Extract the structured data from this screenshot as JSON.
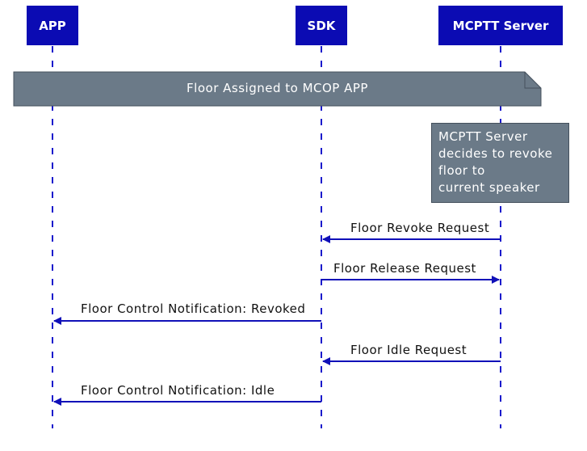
{
  "participants": {
    "app": "APP",
    "sdk": "SDK",
    "server": "MCPTT Server"
  },
  "notes": {
    "floor_assigned": "Floor Assigned to MCOP APP",
    "server_decision": [
      "MCPTT Server",
      "decides to revoke",
      "floor to",
      "current speaker"
    ]
  },
  "messages": [
    {
      "label": "Floor Revoke Request",
      "from": "MCPTT Server",
      "to": "SDK"
    },
    {
      "label": "Floor Release Request",
      "from": "SDK",
      "to": "MCPTT Server"
    },
    {
      "label": "Floor Control Notification: Revoked",
      "from": "SDK",
      "to": "APP"
    },
    {
      "label": "Floor Idle Request",
      "from": "MCPTT Server",
      "to": "SDK"
    },
    {
      "label": "Floor Control Notification: Idle",
      "from": "SDK",
      "to": "APP"
    }
  ],
  "colors": {
    "participant_fill": "#0b0bb3",
    "lifeline": "#1a1acc",
    "arrow": "#1010b8",
    "note_fill": "#6b7a88"
  }
}
